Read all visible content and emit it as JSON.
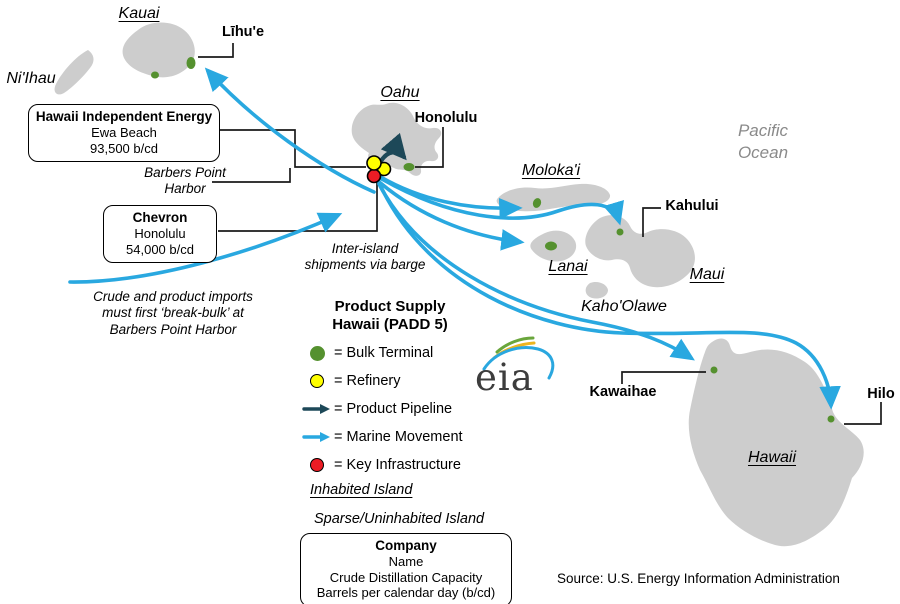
{
  "islands": {
    "kauai": "Kauai",
    "niihau": "Ni'Ihau",
    "oahu": "Oahu",
    "molokai": "Moloka'i",
    "lanai": "Lanai",
    "maui": "Maui",
    "kahoolawe": "Kaho'Olawe",
    "hawaii": "Hawaii"
  },
  "cities": {
    "lihue": "Līhu'e",
    "honolulu": "Honolulu",
    "kahului": "Kahului",
    "kawaihae": "Kawaihae",
    "hilo": "Hilo"
  },
  "annotations": {
    "pacific_ocean": "Pacific\nOcean",
    "barbers_point": "Barbers Point\nHarbor",
    "inter_island": "Inter-island\nshipments via barge",
    "crude_imports": "Crude and product imports\nmust first ‘break-bulk’ at\nBarbers Point Harbor"
  },
  "callouts": {
    "hie": {
      "name": "Hawaii Independent Energy",
      "location": "Ewa Beach",
      "capacity": "93,500 b/cd"
    },
    "chevron": {
      "name": "Chevron",
      "location": "Honolulu",
      "capacity": "54,000 b/cd"
    }
  },
  "legend": {
    "title_line1": "Product Supply",
    "title_line2": "Hawaii (PADD 5)",
    "items": [
      {
        "symbol": "bulk-terminal",
        "label": "= Bulk Terminal",
        "color": "#55912f"
      },
      {
        "symbol": "refinery",
        "label": "= Refinery",
        "color": "#ffff00"
      },
      {
        "symbol": "product-pipeline",
        "label": "= Product Pipeline",
        "color": "#1d4858"
      },
      {
        "symbol": "marine-movement",
        "label": "= Marine Movement",
        "color": "#29a8e0"
      },
      {
        "symbol": "key-infrastructure",
        "label": "= Key Infrastructure",
        "color": "#ec1c24"
      }
    ],
    "inhabited": "Inhabited Island",
    "sparse": "Sparse/Uninhabited Island"
  },
  "company_box": {
    "title": "Company",
    "line1": "Name",
    "line2": "Crude Distillation Capacity",
    "line3": "Barrels per calendar day (b/cd)"
  },
  "logo": "eia",
  "source": "Source: U.S. Energy Information Administration",
  "colors": {
    "island_fill": "#cdcdcd",
    "marine_movement": "#29a8e0",
    "product_pipeline": "#1d4858",
    "bulk_terminal": "#55912f",
    "refinery": "#ffff00",
    "key_infrastructure": "#ec1c24",
    "ocean_text": "#8a8a8a"
  }
}
